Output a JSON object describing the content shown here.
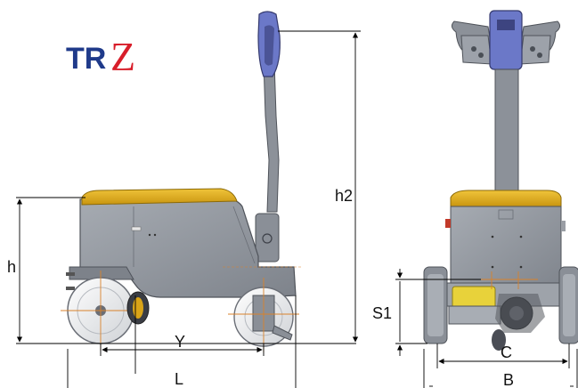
{
  "logo": {
    "part1": "TR",
    "part2": "Z"
  },
  "colors": {
    "logo_blue": "#1f3a8a",
    "logo_red": "#d81e2a",
    "body_gray": "#8f949c",
    "body_dark": "#5e626a",
    "cover_yellow": "#e5b21e",
    "handle_blue": "#6b78c8",
    "motor_yellow": "#e8d23a"
  },
  "dimensions": {
    "h": "h",
    "h2": "h2",
    "Y": "Y",
    "L": "L",
    "S1": "S1",
    "C": "C",
    "B": "B"
  }
}
